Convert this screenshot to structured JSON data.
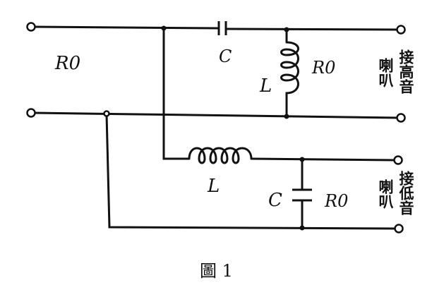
{
  "labels": {
    "r0_input": "R0",
    "c_top": "C",
    "l_top": "L",
    "r0_high": "R0",
    "l_bottom": "L",
    "c_bottom": "C",
    "r0_low": "R0"
  },
  "speakers": {
    "high": {
      "col_right": "接高音",
      "col_left": "喇叭"
    },
    "low": {
      "col_right": "接低音",
      "col_left": "喇叭"
    }
  },
  "caption": "圖 1"
}
